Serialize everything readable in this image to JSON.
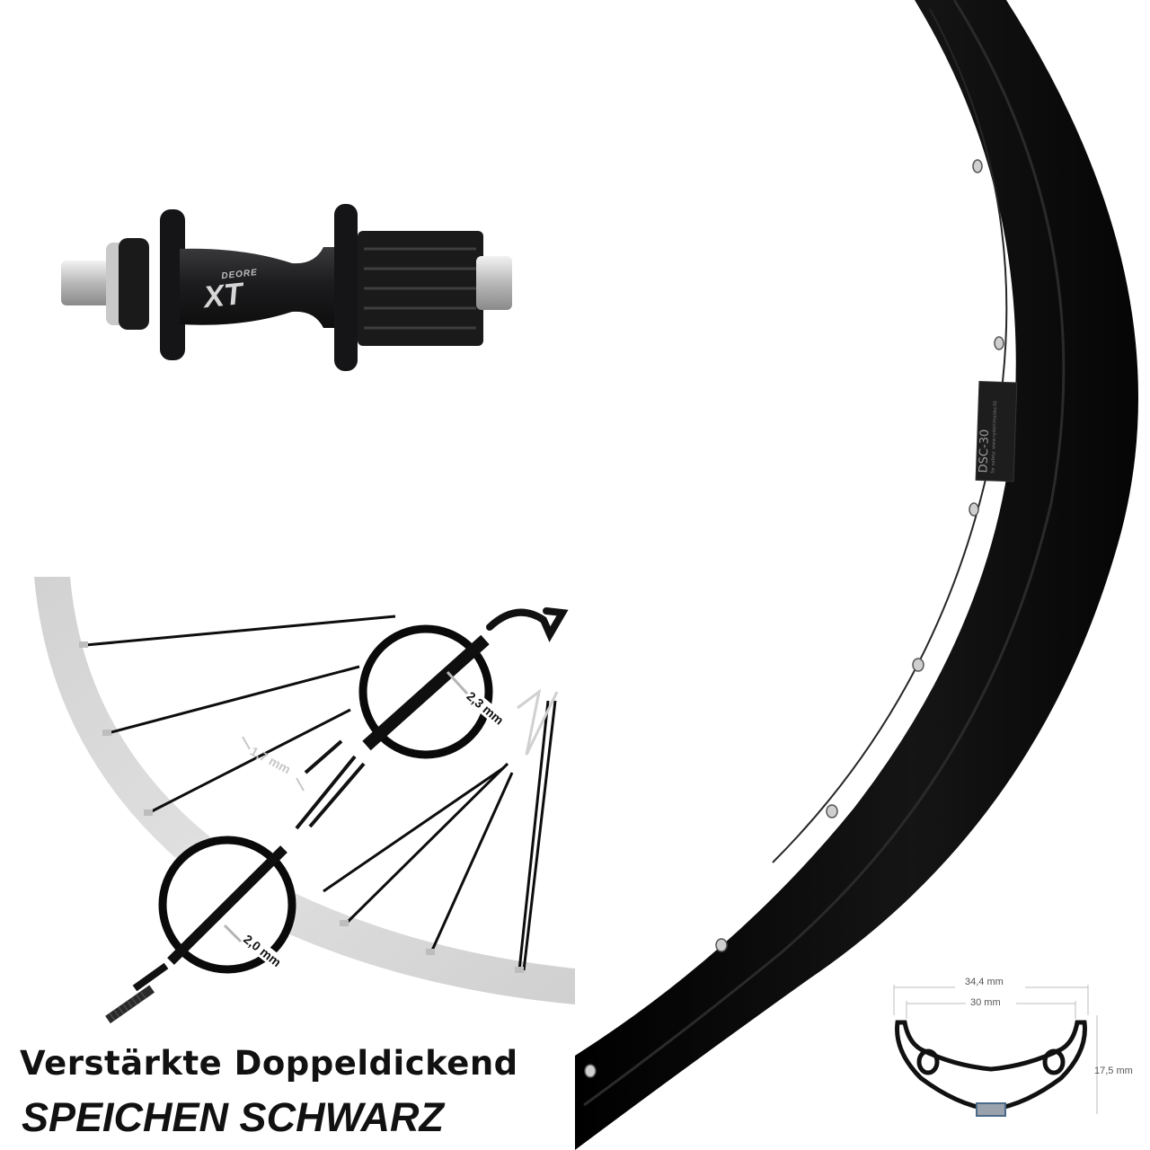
{
  "hub": {
    "brand_small": "DEORE",
    "brand_large": "XT"
  },
  "rim": {
    "decal_model": "DSC-30",
    "decal_small": "for safety: www.ryde/rims/dsc30"
  },
  "spokes": {
    "diameter_center": "1,7 mm",
    "diameter_upper": "2,3 mm",
    "diameter_lower": "2,0 mm"
  },
  "profile": {
    "outer_width": "34,4 mm",
    "inner_width": "30 mm",
    "height": "17,5 mm"
  },
  "caption": {
    "line1": "Verstärkte Doppeldickend",
    "line2": "SPEICHEN SCHWARZ"
  },
  "colors": {
    "rim_black": "#0a0a0a",
    "hub_body": "#1c1c1e",
    "arc_grey": "#d4d4d4",
    "text": "#111111",
    "profile_tape": "#9aa3ad"
  }
}
